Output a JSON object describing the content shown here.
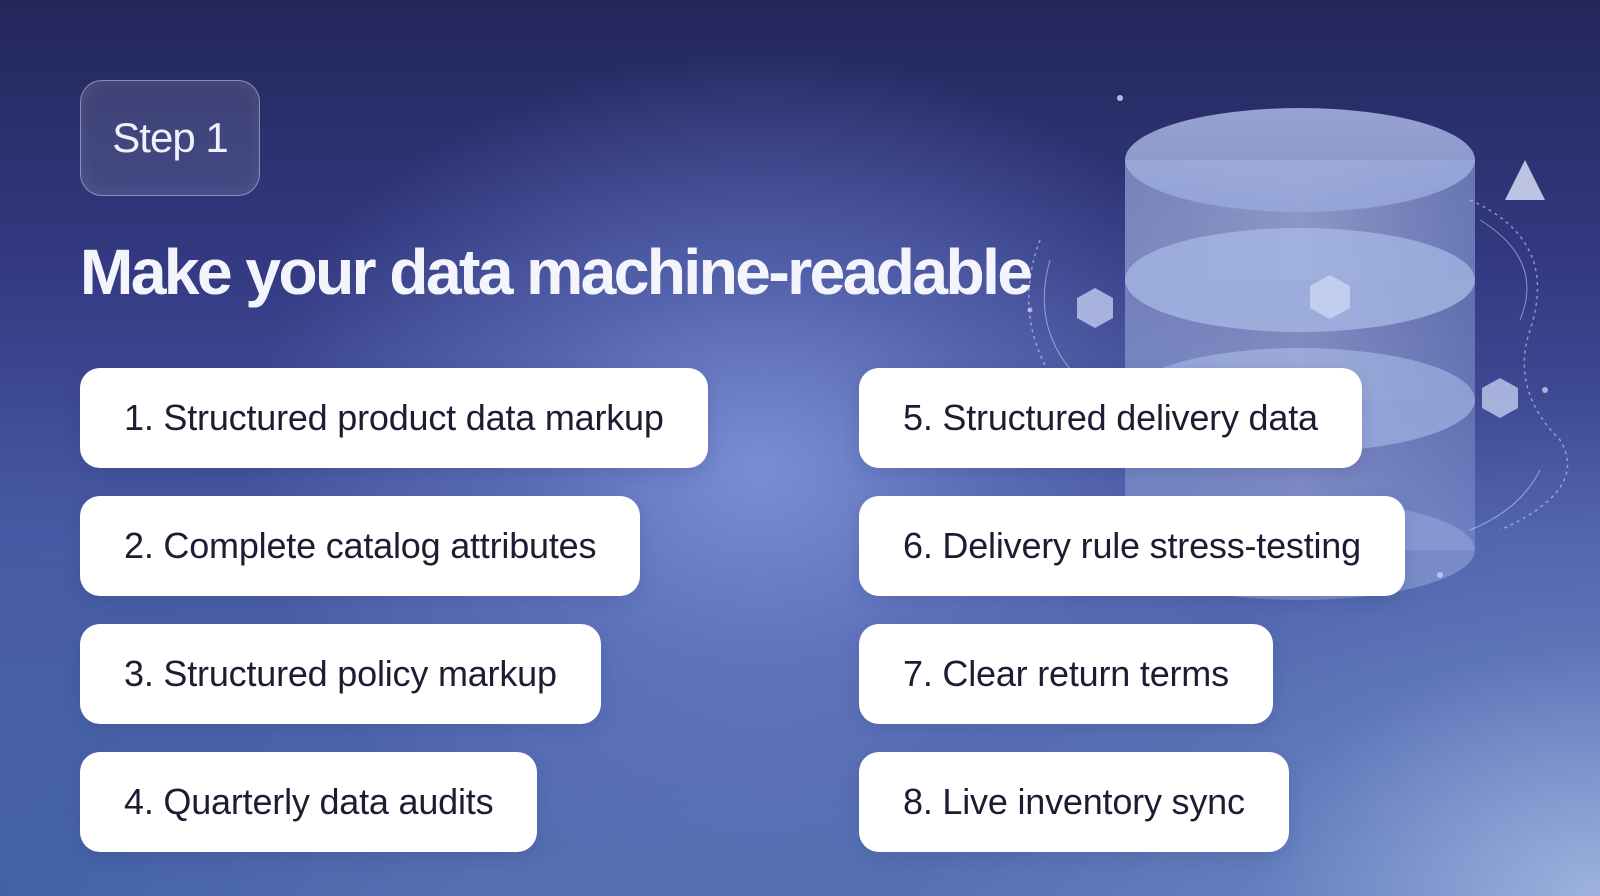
{
  "step": {
    "label": "Step 1"
  },
  "title": "Make your data machine-readable",
  "items": [
    "1. Structured product data markup",
    "2. Complete catalog attributes",
    "3. Structured policy markup",
    "4. Quarterly data audits",
    "5. Structured delivery data",
    "6. Delivery rule stress-testing",
    "7. Clear return terms",
    "8. Live inventory sync"
  ],
  "colors": {
    "pill_background": "#ffffff",
    "pill_text": "#1c1d33",
    "title_text": "#f4f5fc",
    "background_top": "#23265a",
    "background_bottom": "#5671b3"
  },
  "icons": {
    "illustration": "database-cylinder-icon"
  }
}
